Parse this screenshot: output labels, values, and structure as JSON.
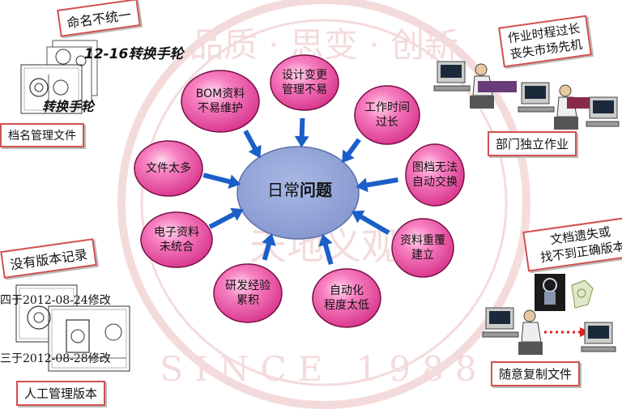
{
  "center": {
    "text_plain": "日常",
    "text_bold": "问题"
  },
  "petals": [
    "BOM资料\n不易维护",
    "设计变更\n管理不易",
    "工作时间\n过长",
    "图档无法\n自动交换",
    "资料重覆\n建立",
    "自动化\n程度太低",
    "研发经验\n累积",
    "电子资料\n未统合",
    "文件太多"
  ],
  "watermark": {
    "ring_text": "品质 · 思变 · 创新",
    "banner": "天地义观",
    "year_text": "SINCE 1988"
  },
  "left_top": {
    "tag": "命名不统一",
    "big_caption": "12-16转换手轮",
    "small_caption": "转换手轮",
    "bottom_tag": "档名管理文件"
  },
  "left_bottom": {
    "tag": "没有版本记录",
    "caption_1": "四于2012-08-24修改",
    "caption_2": "三于2012-08-28修改",
    "bottom_tag": "人工管理版本"
  },
  "right_top": {
    "tag": "作业时程过长\n丧失市场先机",
    "bottom_tag": "部门独立作业"
  },
  "right_bottom": {
    "tag": "文档遗失或\n找不到正确版本",
    "bottom_tag": "随意复制文件"
  },
  "colors": {
    "petal": "#ea4f9e",
    "petal_edge": "#7a0f46",
    "center": "#8fa2d6",
    "arrow": "#1b5fc9",
    "box_border": "#d25050"
  }
}
